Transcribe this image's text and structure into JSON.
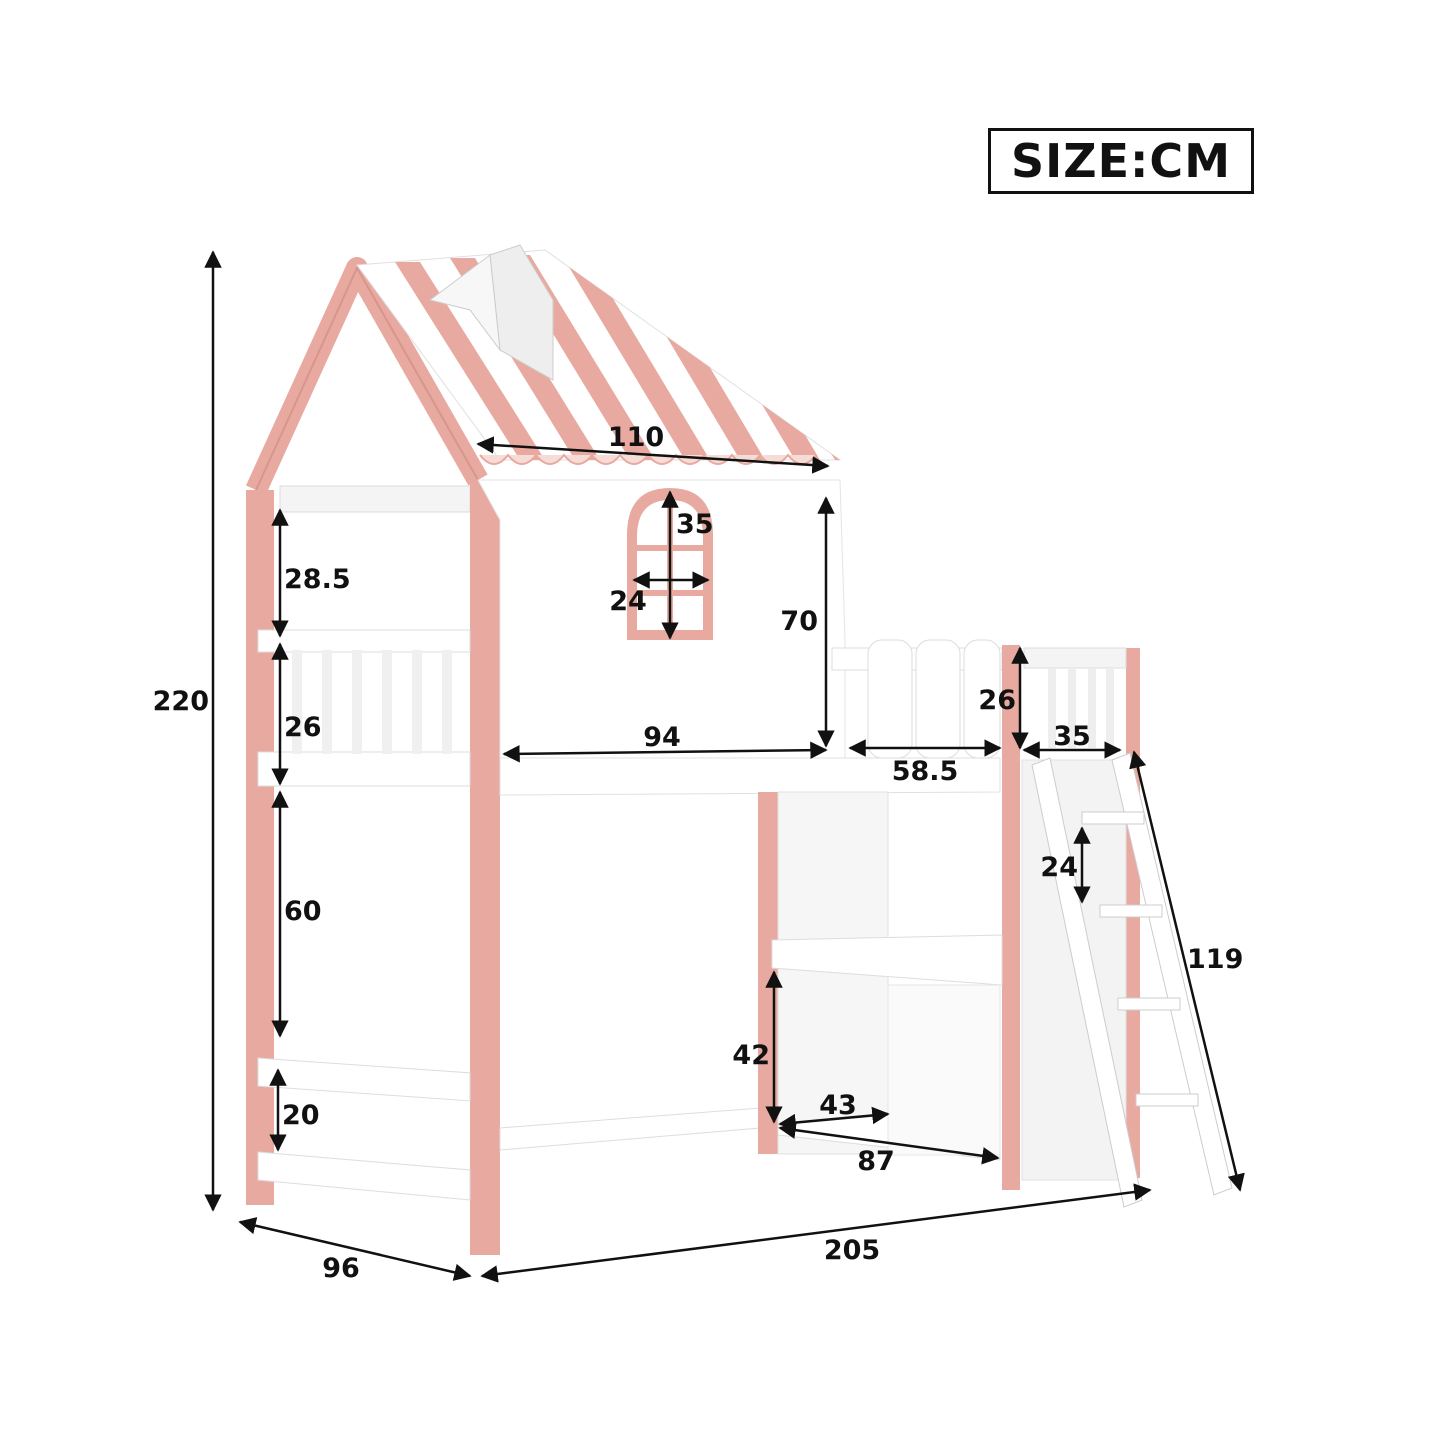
{
  "title": "SIZE:CM",
  "colors": {
    "pink": "#e8aaa0",
    "white": "#ffffff",
    "shade": "#eeeeee",
    "line": "#111111"
  },
  "dimensions": {
    "roof_width": "110",
    "window_height": "35",
    "window_width": "24",
    "top_guard_gap": "28.5",
    "wall_height": "70",
    "total_height": "220",
    "rail_height": "26",
    "wall_length": "94",
    "right_rail_height": "26",
    "ladder_opening": "35",
    "low_rail_length": "58.5",
    "under_bed_height": "60",
    "ladder_step_spacing": "24",
    "ladder_length": "119",
    "desk_height": "42",
    "desk_depth": "43",
    "desk_width": "87",
    "bottom_rail_height": "20",
    "width": "96",
    "length": "205"
  }
}
